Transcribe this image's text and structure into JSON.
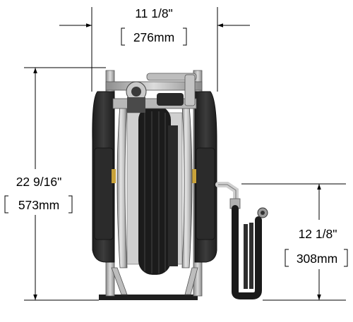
{
  "dimensions": {
    "width": {
      "imperial": "11 1/8\"",
      "metric": "276mm"
    },
    "height": {
      "imperial": "22 9/16\"",
      "metric": "573mm"
    },
    "hose_height": {
      "imperial": "12 1/8\"",
      "metric": "308mm"
    }
  },
  "colors": {
    "line": "#000000",
    "reel_dark": "#2a2a2a",
    "reel_mid": "#3a3a3a",
    "frame": "#9e9e9e",
    "frame_light": "#cfcfcf",
    "drum_silver": "#d8d8d8",
    "accent_brass": "#c8a23a"
  }
}
